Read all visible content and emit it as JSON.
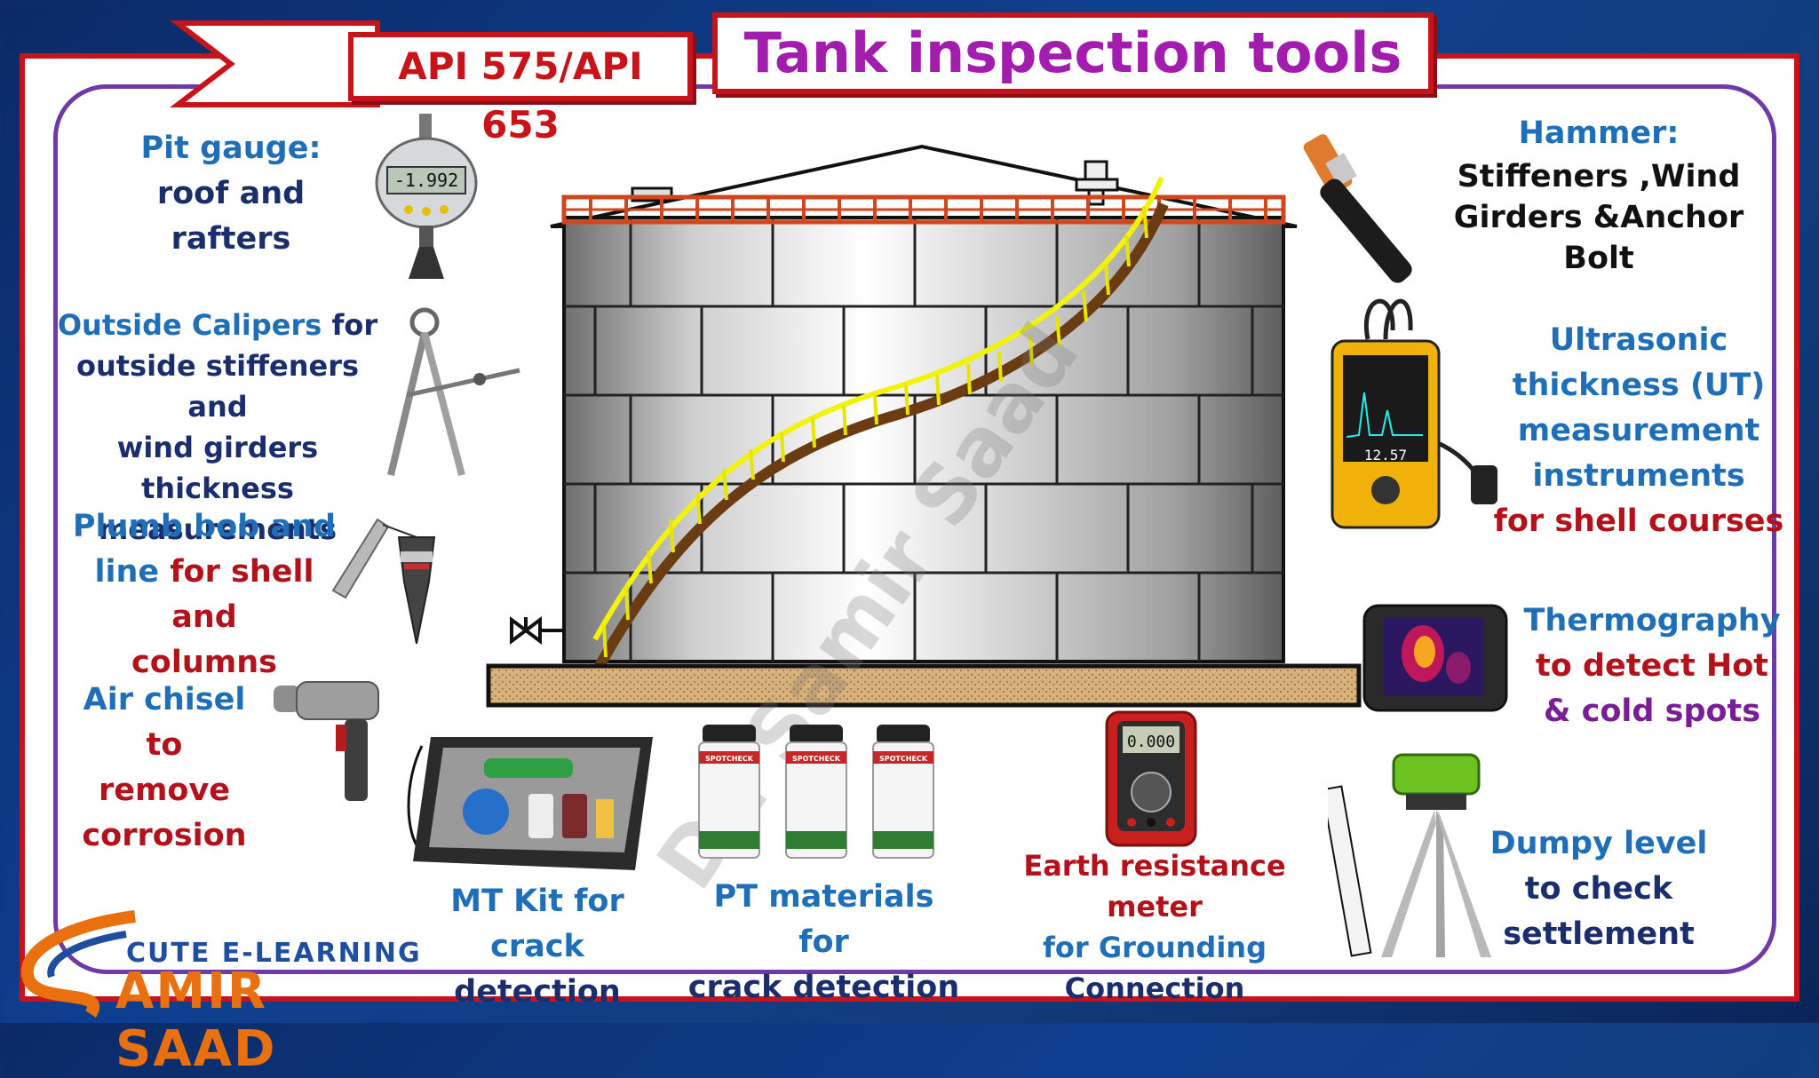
{
  "header": {
    "api_label": "API 575/API 653",
    "title": "Tank inspection tools"
  },
  "left": {
    "pit_gauge": {
      "title": "Pit gauge:",
      "line1": "roof and",
      "line2": "rafters",
      "reading": "-1.992"
    },
    "calipers": {
      "title": "Outside Calipers",
      "suffix": " for",
      "line2": "outside stiffeners and",
      "line3": "wind girders thickness",
      "line4": "measurements"
    },
    "plumb": {
      "line1": "Plumb bob and",
      "line2a": "line ",
      "line2b": "for shell and",
      "line3": "columns"
    },
    "chisel": {
      "line1a": "Air chisel ",
      "line1b": "to",
      "line2": "remove",
      "line3": "corrosion"
    }
  },
  "right": {
    "hammer": {
      "title": "Hammer:",
      "line1": "Stiffeners ,Wind",
      "line2": "Girders &Anchor",
      "line3": "Bolt"
    },
    "ut": {
      "line1": "Ultrasonic",
      "line2": "thickness (UT)",
      "line3": "measurement",
      "line4": "instruments",
      "line5": "for shell courses",
      "reading": "12.57"
    },
    "thermo": {
      "line1": "Thermography",
      "line2": "to detect Hot",
      "line3": "& cold spots"
    },
    "dumpy": {
      "line1": "Dumpy level",
      "line2": "to check",
      "line3": "settlement"
    }
  },
  "bottom": {
    "mt": {
      "line1": "MT Kit for crack",
      "line2": "detection"
    },
    "pt": {
      "line1": "PT materials for",
      "line2": "crack detection",
      "can_label": "SPOTCHECK"
    },
    "earth": {
      "line1": "Earth resistance meter",
      "line2": "for Grounding",
      "line3": "Connection",
      "reading": "0.000"
    }
  },
  "watermark": "Dr. Samir Saad",
  "logo": {
    "top": "CUTE E-LEARNING",
    "bottom": "AMIR SAAD"
  },
  "colors": {
    "frame_red": "#c8131a",
    "title_purple": "#a21cae",
    "label_blue": "#1f6fb8",
    "label_red": "#b3121a",
    "ladder_yellow": "#f2f20a"
  }
}
